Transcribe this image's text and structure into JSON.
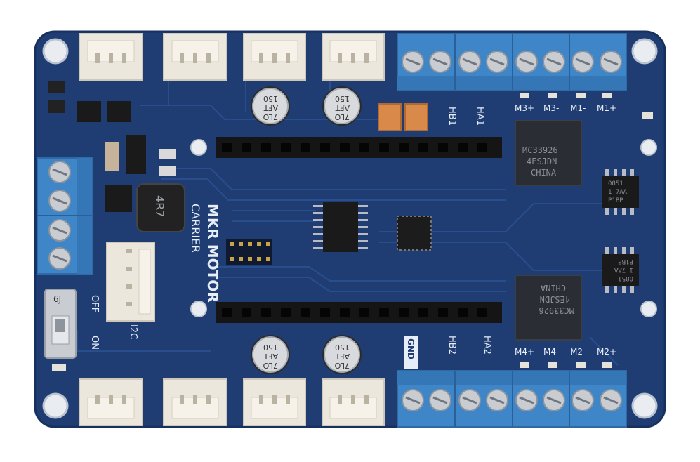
{
  "board": {
    "name_line1": "MKR MOTOR",
    "name_line2": "CARRIER",
    "colors": {
      "pcb": "#1f3d73",
      "pcb_edge": "#17315f",
      "trace": "#2a4f8f",
      "terminal": "#3f86c9",
      "screw": "#c9ccd1",
      "header": "#151515",
      "connector": "#ece7dc",
      "silk": "#e8eef8"
    }
  },
  "labels": {
    "hb1": "HB1",
    "hb2": "HB2",
    "ha1": "HA1",
    "ha2": "HA2",
    "gnd": "GND",
    "i2c": "I2C",
    "off": "OFF",
    "on": "ON",
    "switch_mark": "6J",
    "inductor": "4R7"
  },
  "motor_labels_top": [
    "M3+",
    "M3-",
    "M1-",
    "M1+"
  ],
  "motor_labels_bottom": [
    "M4+",
    "M4-",
    "M2-",
    "M2+"
  ],
  "driver_chip_top": {
    "line1": "MC33926",
    "line2": "4ESJDN",
    "line3": "CHINA"
  },
  "driver_chip_bottom": {
    "line1": "MC33926",
    "line2": "4ESJDN",
    "line3": "CHINA"
  },
  "capacitors": {
    "line1": "150",
    "line2": "AFT",
    "line3": "7LO"
  },
  "small_chip_top": {
    "line1": "0851",
    "line2": "1 7AA",
    "line3": "P1BP"
  },
  "small_chip_bottom": {
    "line1": "0851",
    "line2": "1 7AA",
    "line3": "P1BP"
  }
}
